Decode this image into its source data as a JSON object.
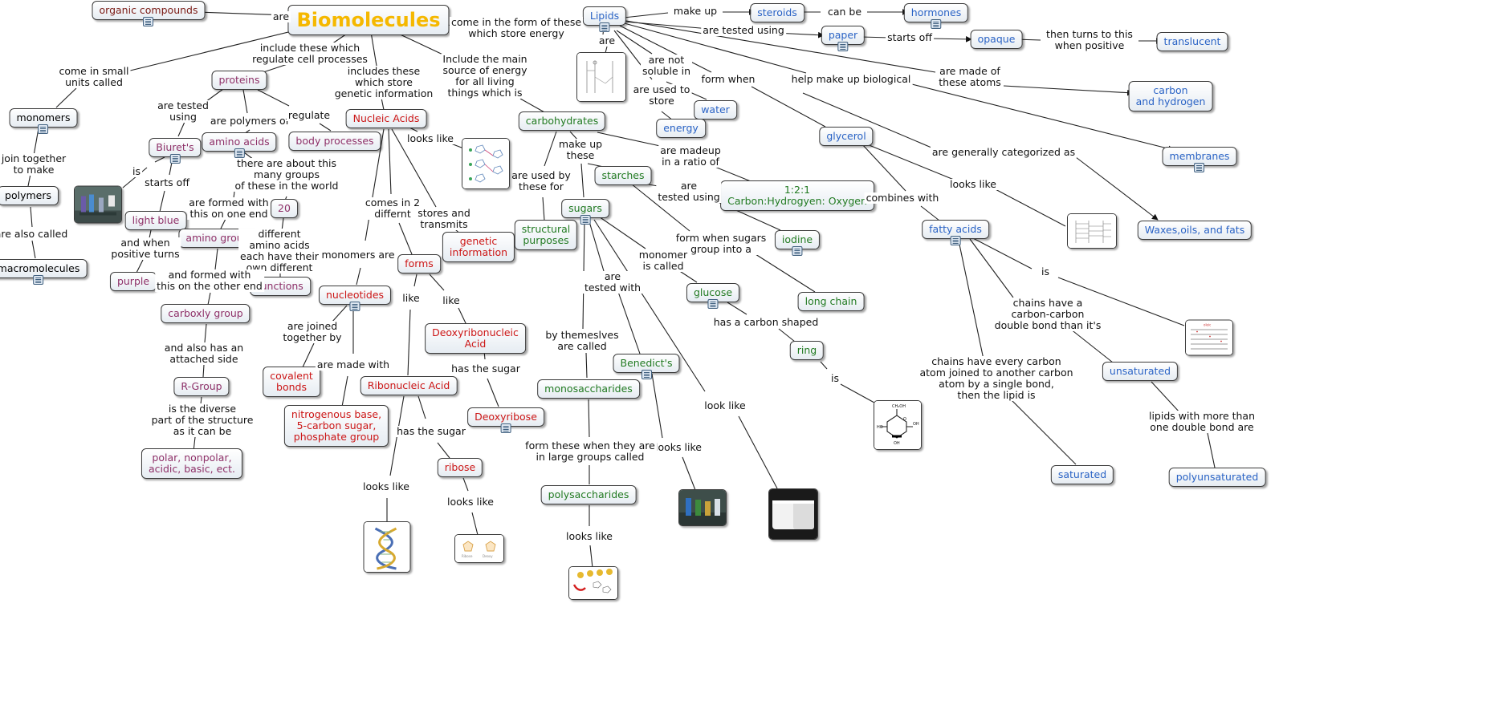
{
  "colors": {
    "title": "#f5b800",
    "red": "#cc1616",
    "purple": "#8e3068",
    "green": "#217a21",
    "blue": "#2a63c5",
    "darkred": "#7a1a14",
    "black": "#000000",
    "line": "#222222"
  },
  "nodes": [
    {
      "id": "biomolecules",
      "text": "Biomolecules",
      "color": "title"
    },
    {
      "id": "organic",
      "text": "organic compounds",
      "color": "darkred",
      "doc": true
    },
    {
      "id": "monomers",
      "text": "monomers",
      "color": "black",
      "doc": true
    },
    {
      "id": "polymers",
      "text": "polymers",
      "color": "black"
    },
    {
      "id": "macromolecules",
      "text": "macromolecules",
      "color": "black",
      "doc": true
    },
    {
      "id": "proteins",
      "text": "proteins",
      "color": "purple"
    },
    {
      "id": "biurets",
      "text": "Biuret's",
      "color": "purple",
      "doc": true
    },
    {
      "id": "lightblue",
      "text": "light blue",
      "color": "purple"
    },
    {
      "id": "purple",
      "text": "purple",
      "color": "purple"
    },
    {
      "id": "aminoacids",
      "text": "amino acids",
      "color": "purple",
      "doc": true
    },
    {
      "id": "bodyprocesses",
      "text": "body processes",
      "color": "purple"
    },
    {
      "id": "twenty",
      "text": "20",
      "color": "purple"
    },
    {
      "id": "aminogroup",
      "text": "amino group",
      "color": "purple"
    },
    {
      "id": "functions",
      "text": "functions",
      "color": "purple"
    },
    {
      "id": "carboxly",
      "text": "carboxly group",
      "color": "purple"
    },
    {
      "id": "rgroup",
      "text": "R-Group",
      "color": "purple"
    },
    {
      "id": "polar",
      "text": "polar, nonpolar,\nacidic, basic, ect.",
      "color": "purple"
    },
    {
      "id": "nucleic",
      "text": "Nucleic Acids",
      "color": "red"
    },
    {
      "id": "forms",
      "text": "forms",
      "color": "red"
    },
    {
      "id": "genetic",
      "text": "genetic\ninformation",
      "color": "red"
    },
    {
      "id": "nucleotides",
      "text": "nucleotides",
      "color": "red",
      "doc": true
    },
    {
      "id": "dna",
      "text": "Deoxyribonucleic\nAcid",
      "color": "red"
    },
    {
      "id": "covalent",
      "text": "covalent\nbonds",
      "color": "red"
    },
    {
      "id": "rna",
      "text": "Ribonucleic Acid",
      "color": "red"
    },
    {
      "id": "nitrogenous",
      "text": "nitrogenous base,\n5-carbon sugar,\nphosphate group",
      "color": "red"
    },
    {
      "id": "deoxyribose",
      "text": "Deoxyribose",
      "color": "red",
      "doc": true
    },
    {
      "id": "ribose",
      "text": "ribose",
      "color": "red"
    },
    {
      "id": "carbohydrates",
      "text": "carbohydrates",
      "color": "green"
    },
    {
      "id": "starches",
      "text": "starches",
      "color": "green"
    },
    {
      "id": "ratio",
      "text": "1:2:1\nCarbon:Hydrogyen: Oxygen",
      "color": "green"
    },
    {
      "id": "structural",
      "text": "structural\npurposes",
      "color": "green"
    },
    {
      "id": "sugars",
      "text": "sugars",
      "color": "green",
      "doc": true
    },
    {
      "id": "iodine",
      "text": "iodine",
      "color": "green",
      "doc": true
    },
    {
      "id": "glucose",
      "text": "glucose",
      "color": "green",
      "doc": true
    },
    {
      "id": "longchain",
      "text": "long chain",
      "color": "green"
    },
    {
      "id": "ring",
      "text": "ring",
      "color": "green"
    },
    {
      "id": "benedicts",
      "text": "Benedict's",
      "color": "green",
      "doc": true
    },
    {
      "id": "monosaccharides",
      "text": "monosaccharides",
      "color": "green"
    },
    {
      "id": "polysaccharides",
      "text": "polysaccharides",
      "color": "green"
    },
    {
      "id": "lipids",
      "text": "Lipids",
      "color": "blue",
      "doc": true
    },
    {
      "id": "steroids",
      "text": "steroids",
      "color": "blue"
    },
    {
      "id": "hormones",
      "text": "hormones",
      "color": "blue",
      "doc": true
    },
    {
      "id": "paper",
      "text": "paper",
      "color": "blue",
      "doc": true
    },
    {
      "id": "opaque",
      "text": "opaque",
      "color": "blue"
    },
    {
      "id": "translucent",
      "text": "translucent",
      "color": "blue"
    },
    {
      "id": "carbonhydrogen",
      "text": "carbon\nand hydrogen",
      "color": "blue"
    },
    {
      "id": "water",
      "text": "water",
      "color": "blue"
    },
    {
      "id": "energy",
      "text": "energy",
      "color": "blue"
    },
    {
      "id": "glycerol",
      "text": "glycerol",
      "color": "blue"
    },
    {
      "id": "membranes",
      "text": "membranes",
      "color": "blue",
      "doc": true
    },
    {
      "id": "waxes",
      "text": "Waxes,oils, and fats",
      "color": "blue"
    },
    {
      "id": "fattyacids",
      "text": "fatty acids",
      "color": "blue",
      "doc": true
    },
    {
      "id": "unsaturated",
      "text": "unsaturated",
      "color": "blue"
    },
    {
      "id": "saturated",
      "text": "saturated",
      "color": "blue"
    },
    {
      "id": "polyunsaturated",
      "text": "polyunsaturated",
      "color": "blue"
    }
  ],
  "images": [
    {
      "id": "img_lipid_structure",
      "icon": "lipid-structure-image"
    },
    {
      "id": "img_nucleic_structure",
      "icon": "nucleic-acid-structure-image"
    },
    {
      "id": "img_biuret_photo",
      "icon": "biuret-test-photo"
    },
    {
      "id": "img_fattyacid_structure",
      "icon": "fatty-acid-structure-image"
    },
    {
      "id": "img_unsaturated_structure",
      "icon": "unsaturated-structure-image"
    },
    {
      "id": "img_glucose_ring",
      "icon": "glucose-ring-image"
    },
    {
      "id": "img_benedict_photo",
      "icon": "benedicts-test-photo"
    },
    {
      "id": "img_sugar_cubes",
      "icon": "sugar-cubes-photo"
    },
    {
      "id": "img_dna_helix",
      "icon": "dna-helix-image"
    },
    {
      "id": "img_ribose_structure",
      "icon": "ribose-structure-image"
    },
    {
      "id": "img_polysaccharide",
      "icon": "polysaccharide-image"
    }
  ],
  "links": [
    {
      "id": "l1",
      "text": "are"
    },
    {
      "id": "l2",
      "text": "come in small\nunits called"
    },
    {
      "id": "l3",
      "text": "join together\nto make"
    },
    {
      "id": "l4",
      "text": "are also called"
    },
    {
      "id": "l5",
      "text": "include these which\nregulate cell processes"
    },
    {
      "id": "l6",
      "text": "includes these\nwhich store\ngenetic information"
    },
    {
      "id": "l7",
      "text": "Include the main\nsource of energy\nfor all living\nthings which is"
    },
    {
      "id": "l8",
      "text": "come in the form of these\nwhich store energy"
    },
    {
      "id": "l9",
      "text": "are tested\nusing"
    },
    {
      "id": "l10",
      "text": "is"
    },
    {
      "id": "l11",
      "text": "starts off"
    },
    {
      "id": "l12",
      "text": "and when\npositive turns"
    },
    {
      "id": "l13",
      "text": "are polymers of"
    },
    {
      "id": "l14",
      "text": "regulate"
    },
    {
      "id": "l15",
      "text": "there are about this\nmany groups\nof these in the world"
    },
    {
      "id": "l16",
      "text": "different\namino acids\neach have their\nown different"
    },
    {
      "id": "l17",
      "text": "are formed with\nthis on one end"
    },
    {
      "id": "l18",
      "text": "and formed with\nthis on the other end"
    },
    {
      "id": "l19",
      "text": "and also has an\nattached side"
    },
    {
      "id": "l20",
      "text": "is the diverse\npart of the structure\nas it can be"
    },
    {
      "id": "l21",
      "text": "looks like"
    },
    {
      "id": "l22",
      "text": "comes in 2\ndiffernt"
    },
    {
      "id": "l23",
      "text": "stores and\ntransmits"
    },
    {
      "id": "l24",
      "text": "monomers are"
    },
    {
      "id": "l25",
      "text": "like"
    },
    {
      "id": "l26",
      "text": "like"
    },
    {
      "id": "l27",
      "text": "are joined\ntogether by"
    },
    {
      "id": "l28",
      "text": "are made with"
    },
    {
      "id": "l29",
      "text": "has the sugar"
    },
    {
      "id": "l30",
      "text": "has the sugar"
    },
    {
      "id": "l31",
      "text": "looks like"
    },
    {
      "id": "l32",
      "text": "looks like"
    },
    {
      "id": "l33",
      "text": "are used by\nthese for"
    },
    {
      "id": "l34",
      "text": "make up\nthese"
    },
    {
      "id": "l35",
      "text": "are madeup\nin a ratio of"
    },
    {
      "id": "l36",
      "text": "are\ntested using"
    },
    {
      "id": "l37",
      "text": "form when sugars\ngroup into a"
    },
    {
      "id": "l38",
      "text": "monomer\nis called"
    },
    {
      "id": "l39",
      "text": "are\ntested with"
    },
    {
      "id": "l40",
      "text": "by themeslves\nare called"
    },
    {
      "id": "l41",
      "text": "look like"
    },
    {
      "id": "l42",
      "text": "has a carbon shaped"
    },
    {
      "id": "l43",
      "text": "is"
    },
    {
      "id": "l44",
      "text": "looks like"
    },
    {
      "id": "l45",
      "text": "form these when they are\nin large groups called"
    },
    {
      "id": "l46",
      "text": "looks like"
    },
    {
      "id": "l47",
      "text": "make up"
    },
    {
      "id": "l48",
      "text": "can be"
    },
    {
      "id": "l49",
      "text": "are tested using"
    },
    {
      "id": "l50",
      "text": "starts off"
    },
    {
      "id": "l51",
      "text": "then turns to this\nwhen positive"
    },
    {
      "id": "l52",
      "text": "are"
    },
    {
      "id": "l53",
      "text": "are not\nsoluble in"
    },
    {
      "id": "l54",
      "text": "are used to\nstore"
    },
    {
      "id": "l55",
      "text": "form when"
    },
    {
      "id": "l56",
      "text": "help make up biological"
    },
    {
      "id": "l57",
      "text": "are made of\nthese atoms"
    },
    {
      "id": "l58",
      "text": "are generally categorized as"
    },
    {
      "id": "l59",
      "text": "combines with"
    },
    {
      "id": "l60",
      "text": "looks like"
    },
    {
      "id": "l61",
      "text": "is"
    },
    {
      "id": "l62",
      "text": "chains have a\ncarbon-carbon\ndouble bond than it's"
    },
    {
      "id": "l63",
      "text": "chains have every carbon\natom joined to another carbon\natom by a single bond,\nthen the lipid is"
    },
    {
      "id": "l64",
      "text": "lipids with more than\none double bond are"
    }
  ]
}
